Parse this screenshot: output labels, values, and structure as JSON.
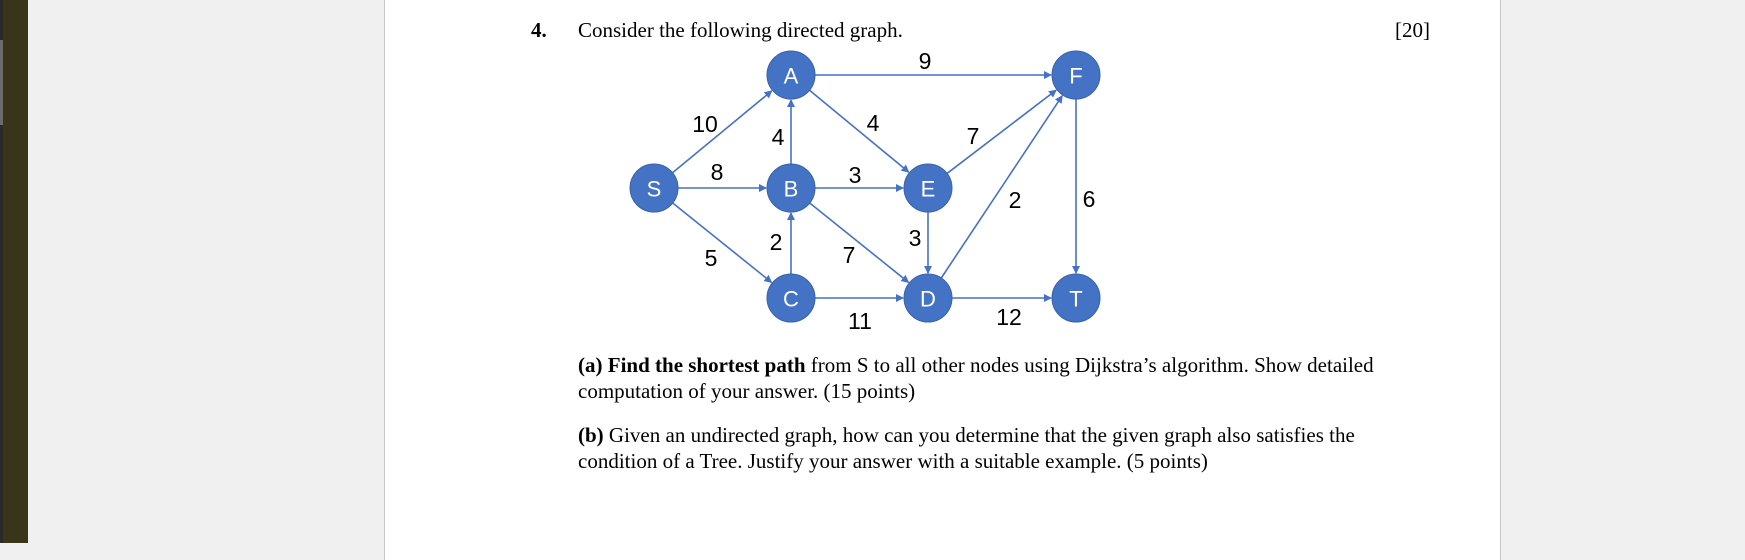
{
  "question": {
    "number": "4.",
    "intro": "Consider the following directed graph.",
    "marks": "[20]"
  },
  "graph": {
    "node_color": "#4472c4",
    "edge_color": "#4472c4",
    "nodes": [
      "S",
      "A",
      "B",
      "C",
      "E",
      "D",
      "F",
      "T"
    ],
    "edges": [
      {
        "from": "S",
        "to": "A",
        "weight": "10"
      },
      {
        "from": "S",
        "to": "B",
        "weight": "8"
      },
      {
        "from": "S",
        "to": "C",
        "weight": "5"
      },
      {
        "from": "B",
        "to": "A",
        "weight": "4"
      },
      {
        "from": "A",
        "to": "F",
        "weight": "9"
      },
      {
        "from": "A",
        "to": "E",
        "weight": "4"
      },
      {
        "from": "B",
        "to": "E",
        "weight": "3"
      },
      {
        "from": "C",
        "to": "B",
        "weight": "2"
      },
      {
        "from": "B",
        "to": "D",
        "weight": "7"
      },
      {
        "from": "C",
        "to": "D",
        "weight": "11"
      },
      {
        "from": "E",
        "to": "F",
        "weight": "7"
      },
      {
        "from": "E",
        "to": "D",
        "weight": "3"
      },
      {
        "from": "D",
        "to": "F",
        "weight": "2"
      },
      {
        "from": "F",
        "to": "T",
        "weight": "6"
      },
      {
        "from": "D",
        "to": "T",
        "weight": "12"
      }
    ]
  },
  "part_a": {
    "label": "(a)",
    "bold_text": "Find the shortest path",
    "text": " from S to all other nodes using Dijkstra’s algorithm. Show detailed computation of your answer. (15 points)"
  },
  "part_b": {
    "label": "(b)",
    "text": " Given an undirected graph, how can you determine that the given graph also satisfies the condition of a Tree. Justify your answer with a suitable example. (5 points)"
  }
}
